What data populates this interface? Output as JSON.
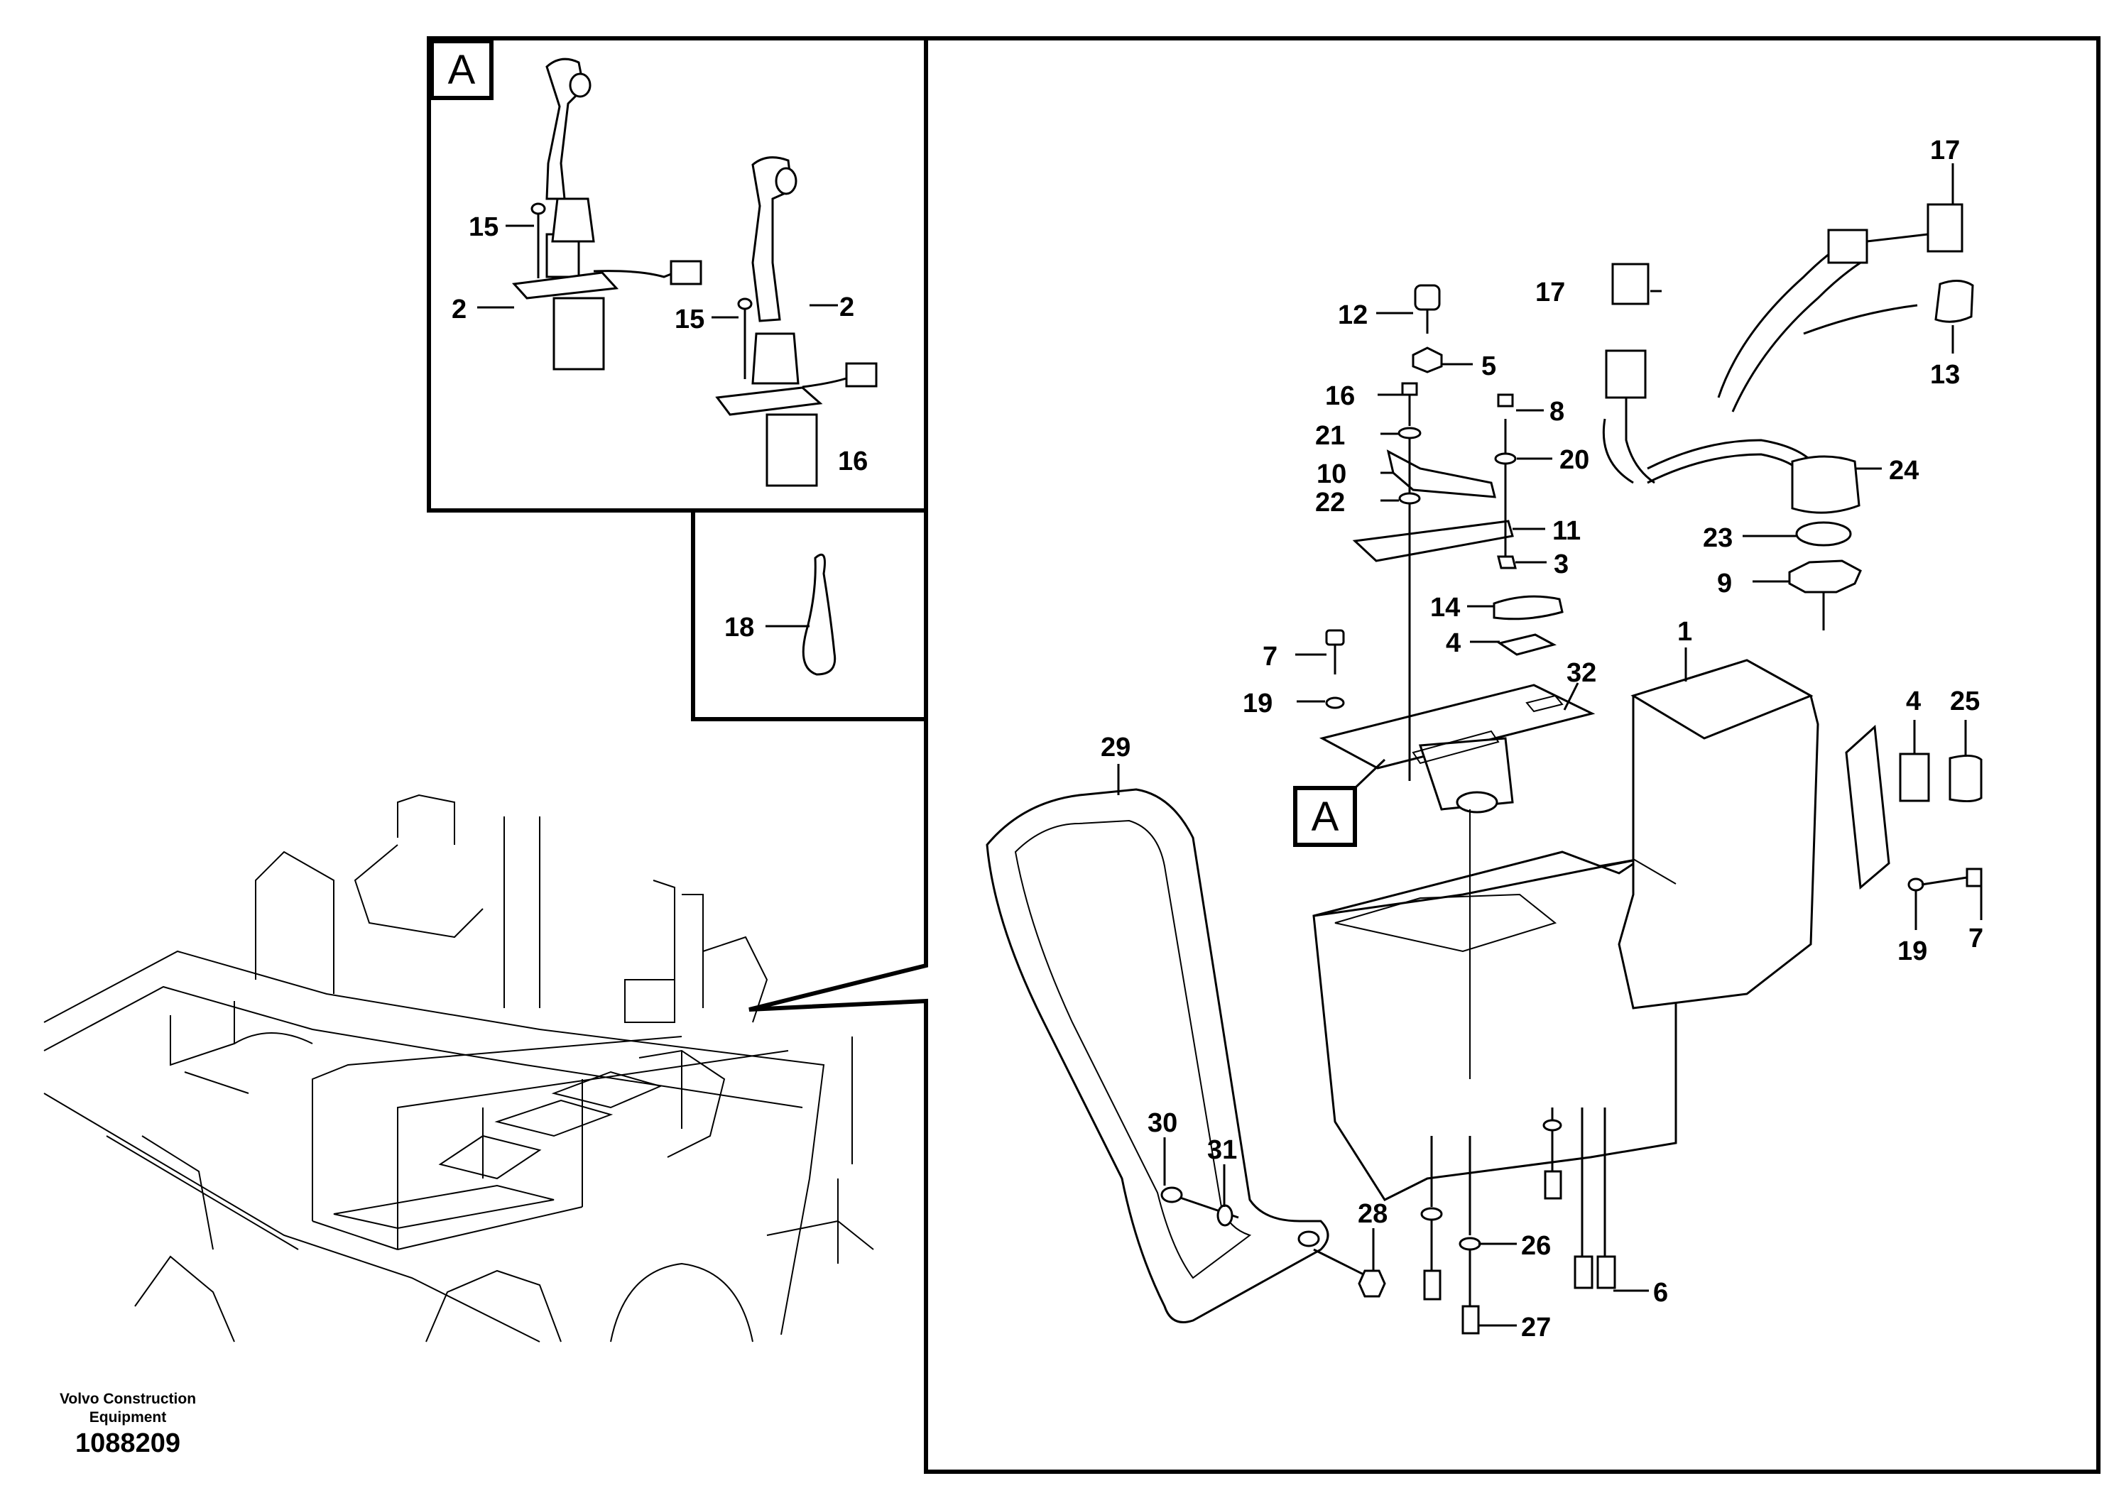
{
  "footer": {
    "brand_line1": "Volvo Construction",
    "brand_line2": "Equipment",
    "doc_number": "1088209"
  },
  "view_letters": {
    "detail_label": "A",
    "main_label": "A"
  },
  "callouts": {
    "c15a": "15",
    "c2a": "2",
    "c15b": "15",
    "c2b": "2",
    "c16a": "16",
    "c18": "18",
    "c12": "12",
    "c5": "5",
    "c16b": "16",
    "c8": "8",
    "c21": "21",
    "c20": "20",
    "c10": "10",
    "c22": "22",
    "c11": "11",
    "c3": "3",
    "c14": "14",
    "c4a": "4",
    "c7a": "7",
    "c19a": "19",
    "c32": "32",
    "c1": "1",
    "c29": "29",
    "c17a": "17",
    "c17b": "17",
    "c13": "13",
    "c24": "24",
    "c23": "23",
    "c9": "9",
    "c4b": "4",
    "c25": "25",
    "c19b": "19",
    "c7b": "7",
    "c30": "30",
    "c31": "31",
    "c28": "28",
    "c26": "26",
    "c27": "27",
    "c6": "6"
  }
}
